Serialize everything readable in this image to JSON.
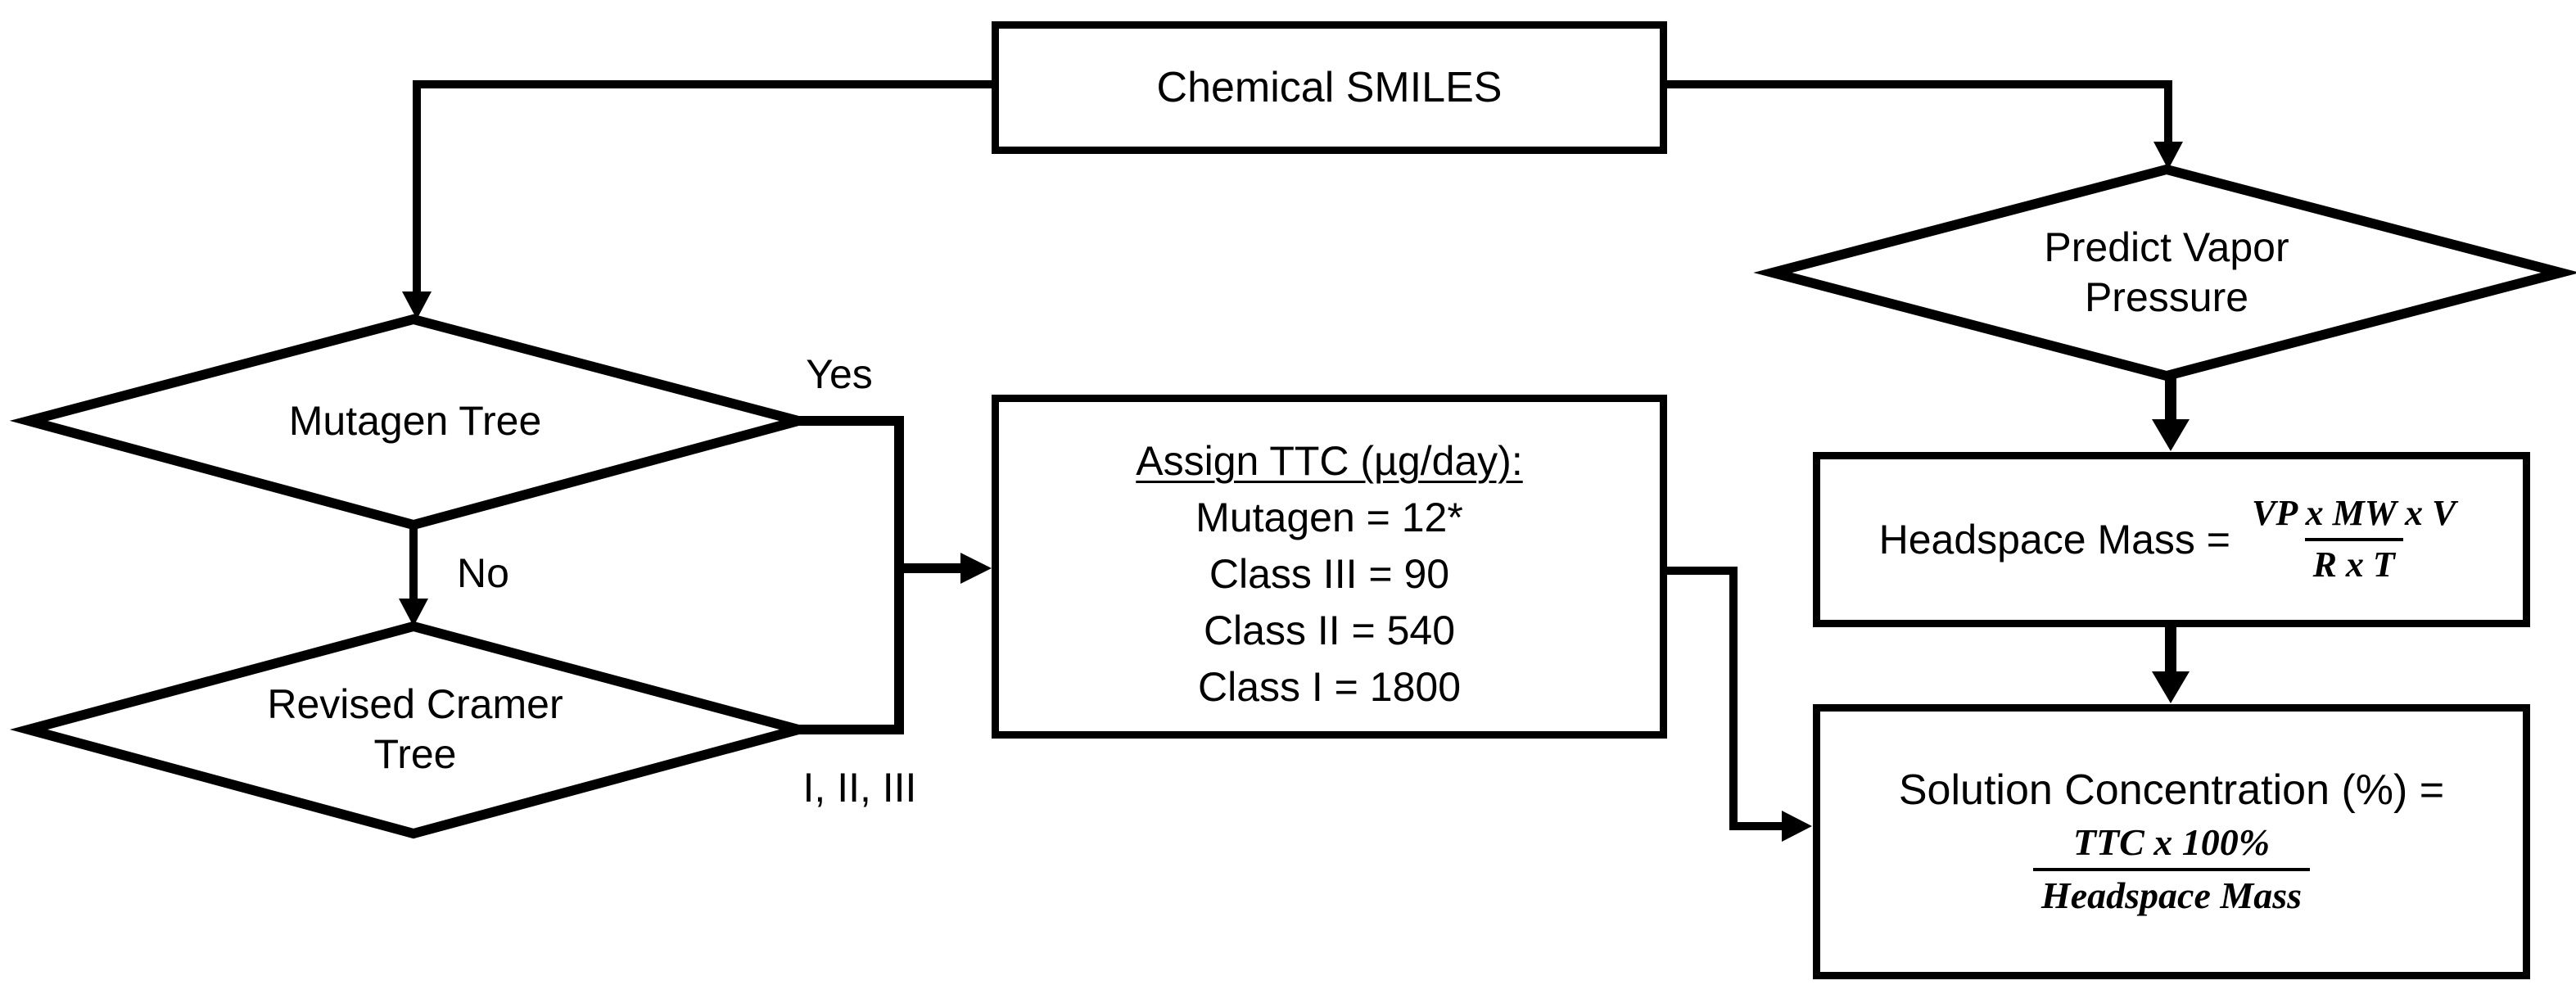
{
  "diagram": {
    "colors": {
      "ink": "#000000",
      "background": "#ffffff"
    },
    "nodes": {
      "chemical_smiles": {
        "label": "Chemical SMILES"
      },
      "mutagen_tree": {
        "label": "Mutagen Tree"
      },
      "revised_cramer_tree": {
        "label": "Revised Cramer Tree"
      },
      "predict_vapor_pressure": {
        "label": "Predict Vapor Pressure"
      },
      "assign_ttc": {
        "title": "Assign TTC (µg/day):",
        "lines": [
          "Mutagen = 12*",
          "Class III = 90",
          "Class II = 540",
          "Class I = 1800"
        ]
      },
      "headspace_mass": {
        "prefix": "Headspace Mass =",
        "numerator": "VP x MW x V",
        "denominator": "R x T"
      },
      "solution_concentration": {
        "prefix": "Solution Concentration (%) =",
        "numerator": "TTC x 100%",
        "denominator": "Headspace Mass"
      }
    },
    "edge_labels": {
      "yes": "Yes",
      "no": "No",
      "classes": "I, II, III"
    }
  }
}
